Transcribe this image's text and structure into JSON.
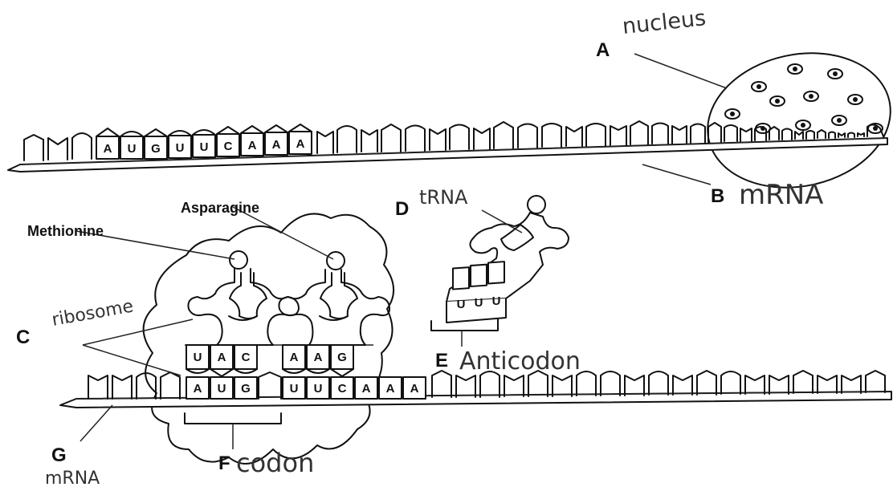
{
  "labels": {
    "A": "A",
    "B": "B",
    "C": "C",
    "D": "D",
    "E": "E",
    "F": "F",
    "G": "G",
    "methionine": "Methionine",
    "asparagine": "Asparagine"
  },
  "handwritten": {
    "nucleus": "nucleus",
    "mrna_b": "mRNA",
    "trna": "tRNA",
    "ribosome": "ribosome",
    "anticodon": "Anticodon",
    "codon": "codon",
    "mrna_g": "mRNA"
  },
  "top_strand_bases": [
    "A",
    "U",
    "G",
    "U",
    "U",
    "C",
    "A",
    "A",
    "A"
  ],
  "bottom_strand_bases": [
    "A",
    "U",
    "G",
    "U",
    "U",
    "C",
    "A",
    "A",
    "A"
  ],
  "trna1_anticodon": [
    "U",
    "A",
    "C"
  ],
  "trna2_anticodon": [
    "A",
    "A",
    "G"
  ],
  "free_trna_anticodon": [
    "U",
    "U",
    "U"
  ]
}
